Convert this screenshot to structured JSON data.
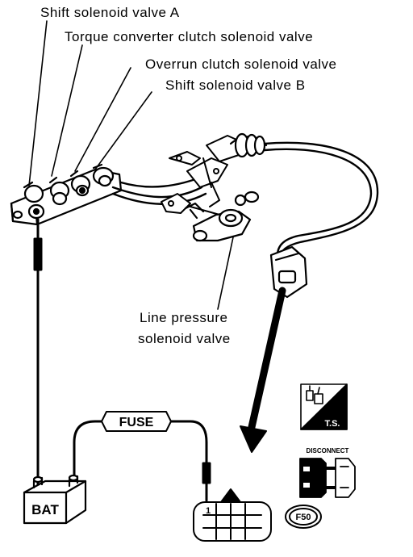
{
  "labels": {
    "shift_a": "Shift solenoid valve A",
    "tcc": "Torque converter clutch solenoid valve",
    "overrun": "Overrun clutch solenoid valve",
    "shift_b": "Shift solenoid valve B",
    "line_pressure_1": "Line pressure",
    "line_pressure_2": "solenoid valve"
  },
  "fuse_label": "FUSE",
  "battery_label": "BAT",
  "terminal_number": "1",
  "icons": {
    "ts_label": "T.S.",
    "disconnect_label": "DISCONNECT",
    "connector_code": "F50"
  },
  "icon_names": [
    "test-tools-icon",
    "disconnect-connector-icon",
    "connector-code-badge"
  ]
}
